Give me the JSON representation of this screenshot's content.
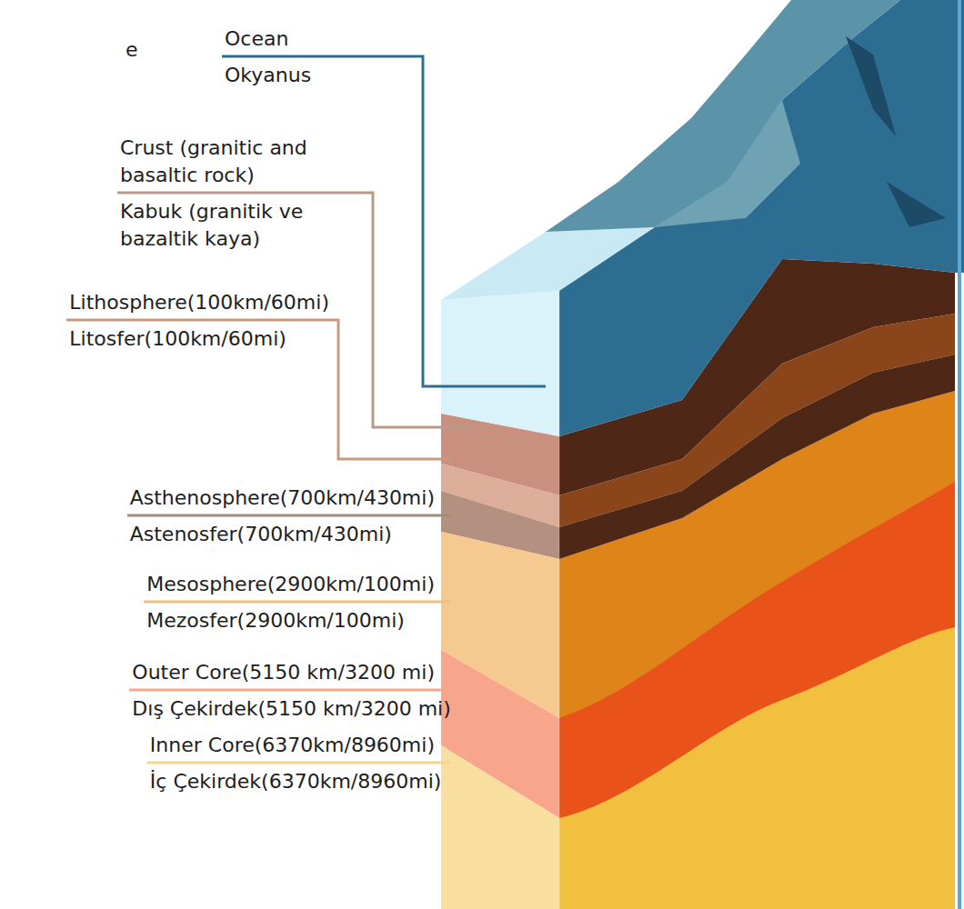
{
  "diagram": {
    "labels": [
      "e",
      "Ocean",
      "Okyanus",
      "Crust (granitic and basaltic rock)",
      "Kabuk (granitik ve bazaltik kaya)",
      "Lithosphere(100km/60mi)",
      "Litosfer(100km/60mi)",
      "Asthenosphere(700km/430mi)",
      "Astenosfer(700km/430mi)",
      "Mesosphere(2900km/100mi)",
      "Mezosfer(2900km/100mi)",
      "Outer Core(5150 km/3200 mi)",
      "Dış Çekirdek(5150 km/3200 mi)",
      "Inner Core(6370km/8960mi)",
      "İç Çekirdek(6370km/8960mi)"
    ]
  }
}
